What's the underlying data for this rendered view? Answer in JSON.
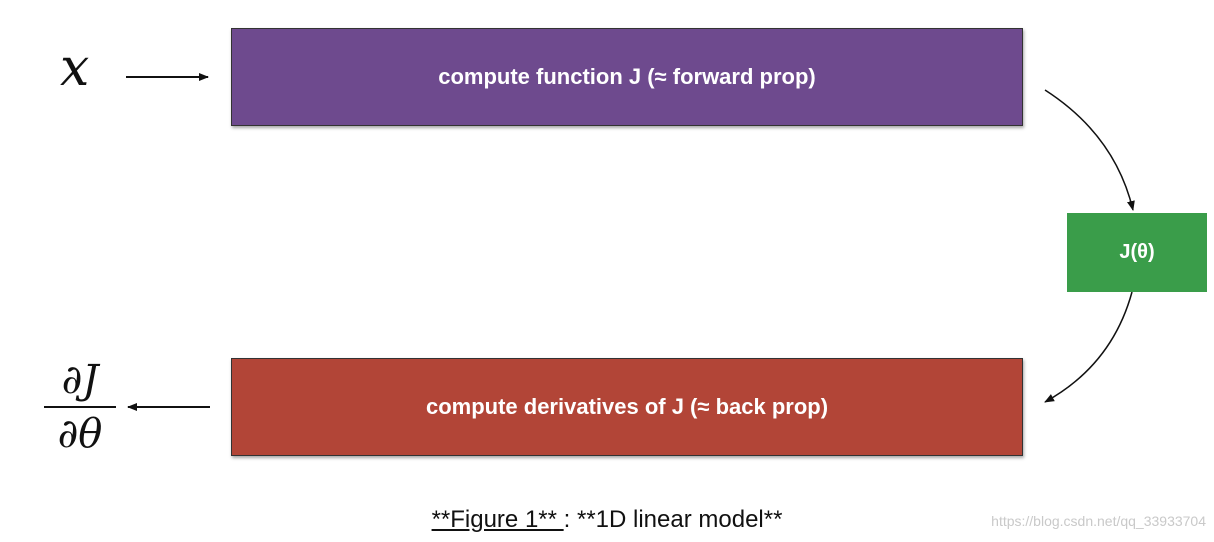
{
  "diagram": {
    "input_symbol": "x",
    "output_fraction": {
      "numerator": "∂J",
      "denominator": "∂θ"
    },
    "forward_box": {
      "label": "compute function J (≈ forward prop)",
      "color": "#6e4a8e"
    },
    "cost_box": {
      "label": "J(θ)",
      "color": "#3a9d4a"
    },
    "backward_box": {
      "label": "compute derivatives of J (≈ back prop)",
      "color": "#b24537"
    }
  },
  "caption": {
    "figure_label": "**Figure 1** ",
    "separator": ": ",
    "text": "**1D linear model**"
  },
  "watermark": "https://blog.csdn.net/qq_33933704"
}
